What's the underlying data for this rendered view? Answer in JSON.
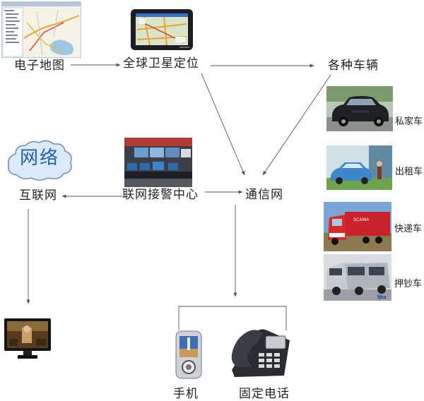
{
  "labels": {
    "electronic_map": "电子地图",
    "gps": "全球卫星定位",
    "vehicles": "各种车辆",
    "internet": "互联网",
    "alarm_center": "联网接警中心",
    "comm_network": "通信网",
    "mobile_phone": "手机",
    "fixed_phone": "固定电话"
  },
  "cloud_text": "网络",
  "vehicle_types": [
    "私家车",
    "出租车",
    "快递车",
    "押钞车"
  ],
  "truck_text": "SCANIA",
  "van_badge": "fjba",
  "colors": {
    "arrow": "#555555",
    "cloud_fill": "#dbe9f8",
    "cloud_text": "#1f5fa6",
    "cloud_stroke": "#6b8fb5"
  }
}
